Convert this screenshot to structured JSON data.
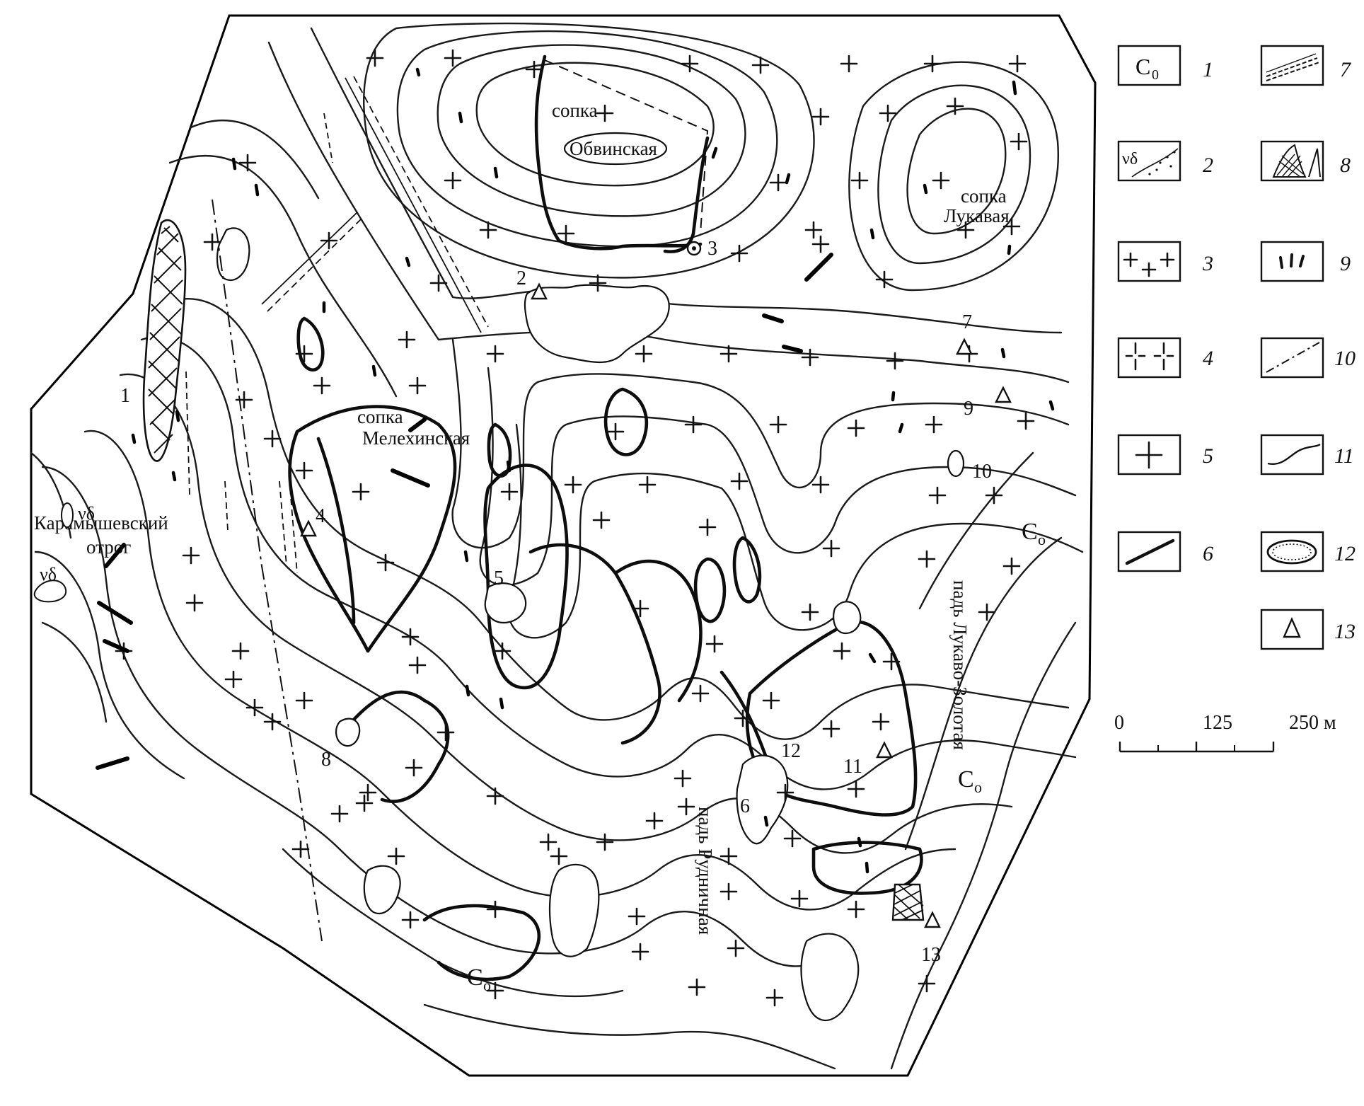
{
  "map": {
    "place_names": {
      "obvinskaya_1": "сопка",
      "obvinskaya_2": "Обвинская",
      "lukavaya_1": "сопка",
      "lukavaya_2": "Лукавая",
      "melekhinskaya_1": "сопка",
      "melekhinskaya_2": "Мелехинская",
      "karamyshev_1": "Карамышевский",
      "karamyshev_2": "отрог",
      "pad_rudnichnaya": "падь Рудничная",
      "pad_lukavo": "падь Лукаво-Золотая"
    },
    "unit_labels": {
      "vd_1": "νδ",
      "vd_2": "νδ",
      "co_1": "C",
      "co_2": "C",
      "co_3": "C",
      "co_sub": "o"
    },
    "site_numbers": [
      "1",
      "2",
      "3",
      "4",
      "5",
      "6",
      "7",
      "8",
      "9",
      "10",
      "11",
      "12",
      "13"
    ]
  },
  "legend": {
    "items": [
      {
        "num": "1",
        "symbol": "C0-box"
      },
      {
        "num": "2",
        "symbol": "nu-delta-stipple"
      },
      {
        "num": "3",
        "symbol": "large-crosses"
      },
      {
        "num": "4",
        "symbol": "dashed-crosses"
      },
      {
        "num": "5",
        "symbol": "single-cross"
      },
      {
        "num": "6",
        "symbol": "dyke-line"
      },
      {
        "num": "7",
        "symbol": "dashed-band"
      },
      {
        "num": "8",
        "symbol": "crosshatched-body"
      },
      {
        "num": "9",
        "symbol": "small-veins"
      },
      {
        "num": "10",
        "symbol": "dash-dot-line"
      },
      {
        "num": "11",
        "symbol": "contour-line"
      },
      {
        "num": "12",
        "symbol": "scree-outline"
      },
      {
        "num": "13",
        "symbol": "triangle"
      }
    ],
    "box1_text": "C",
    "box1_sub": "0",
    "box2_text": "νδ"
  },
  "scale": {
    "ticks": [
      "0",
      "125",
      "250 м"
    ]
  }
}
